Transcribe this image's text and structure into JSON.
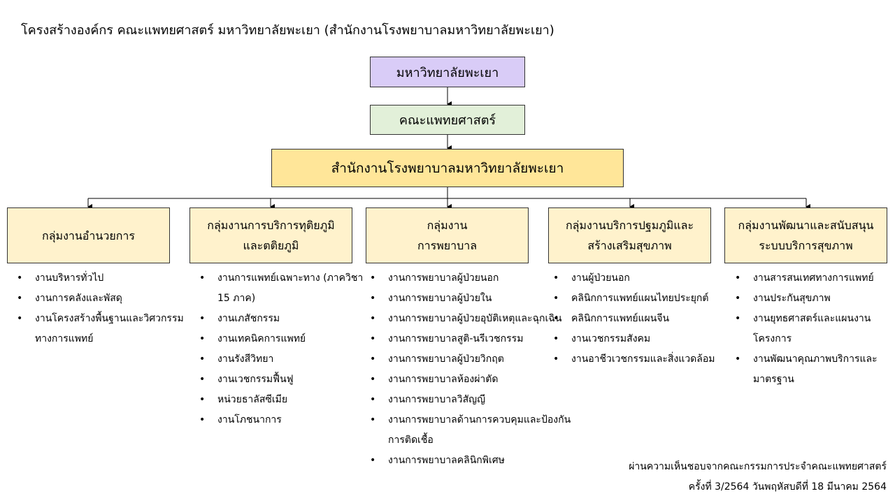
{
  "title": "โครงสร้างองค์กร คณะแพทยศาสตร์ มหาวิทยาลัยพะเยา (สำนักงานโรงพยาบาลมหาวิทยาลัยพะเยา)",
  "university": "มหาวิทยาลัยพะเยา",
  "faculty": "คณะแพทยศาสตร์",
  "hospital_office": "สำนักงานโรงพยาบาลมหาวิทยาลัยพะเยา",
  "departments": [
    {
      "name_lines": [
        "กลุ่มงานอำนวยการ"
      ],
      "items": [
        "งานบริหารทั่วไป",
        "งานการคลังและพัสดุ",
        "งานโครงสร้างพื้นฐานและวิศวกรรมทางการแพทย์"
      ]
    },
    {
      "name_lines": [
        "กลุ่มงานการบริการทุติยภูมิ",
        "และตติยภูมิ"
      ],
      "items": [
        "งานการแพทย์เฉพาะทาง (ภาควิชา 15 ภาค)",
        "งานเภสัชกรรม",
        "งานเทคนิคการแพทย์",
        "งานรังสีวิทยา",
        "งานเวชกรรมฟื้นฟู",
        "หน่วยธาลัสซีเมีย",
        "งานโภชนาการ"
      ]
    },
    {
      "name_lines": [
        "กลุ่มงาน",
        "การพยาบาล"
      ],
      "items": [
        "งานการพยาบาลผู้ป่วยนอก",
        "งานการพยาบาลผู้ป่วยใน",
        "งานการพยาบาลผู้ป่วยอุบัติเหตุและฉุกเฉิน",
        "งานการพยาบาลสูติ-นรีเวชกรรม",
        "งานการพยาบาลผู้ป่วยวิกฤต",
        "งานการพยาบาลห้องผ่าตัด",
        "งานการพยาบาลวิสัญญี",
        "งานการพยาบาลด้านการควบคุมและป้องกันการติดเชื้อ",
        "งานการพยาบาลคลินิกพิเศษ"
      ]
    },
    {
      "name_lines": [
        "กลุ่มงานบริการปฐมภูมิและ",
        "สร้างเสริมสุขภาพ"
      ],
      "items": [
        "งานผู้ป่วยนอก",
        "คลินิกการแพทย์แผนไทยประยุกต์",
        "คลินิกการแพทย์แผนจีน",
        "งานเวชกรรมสังคม",
        "งานอาชีวเวชกรรมและสิ่งแวดล้อม"
      ]
    },
    {
      "name_lines": [
        "กลุ่มงานพัฒนาและสนับสนุน",
        "ระบบบริการสุขภาพ"
      ],
      "items": [
        "งานสารสนเทศทางการแพทย์",
        "งานประกันสุขภาพ",
        "งานยุทธศาสตร์และแผนงานโครงการ",
        "งานพัฒนาคุณภาพบริการและมาตรฐาน"
      ]
    }
  ],
  "footer": {
    "line1": "ผ่านความเห็นชอบจากคณะกรรมการประจำคณะแพทยศาสตร์",
    "line2": "ครั้งที่ 3/2564 วันพฤหัสบดีที่  18 มีนาคม 2564"
  }
}
